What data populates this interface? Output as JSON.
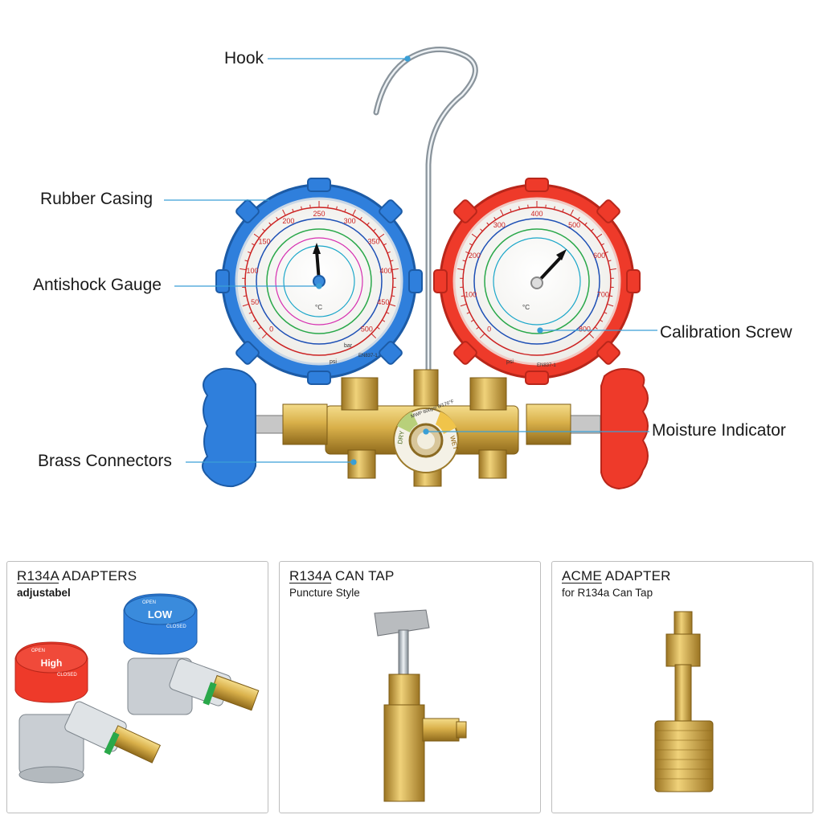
{
  "callouts": {
    "hook": "Hook",
    "rubber_casing": "Rubber Casing",
    "antishock_gauge": "Antishock Gauge",
    "brass_connectors": "Brass Connectors",
    "calibration_screw": "Calibration Screw",
    "moisture_indicator": "Moisture Indicator"
  },
  "gauges": {
    "low_scale_psi": [
      "0",
      "50",
      "100",
      "150",
      "200",
      "250",
      "300",
      "350",
      "400",
      "450",
      "500"
    ],
    "high_scale_psi": [
      "0",
      "100",
      "200",
      "300",
      "400",
      "500",
      "600",
      "700",
      "800"
    ],
    "low_unit": "psi",
    "high_unit": "psi",
    "standard": "EN837-1",
    "bar_label": "bar",
    "celsius": "°C"
  },
  "moisture": {
    "dry": "DRY",
    "wet": "WET",
    "top_text": "MWP 600psi 0/176°F"
  },
  "panels": [
    {
      "title_u": "R134A",
      "title_rest": " ADAPTERS",
      "subtitle": "adjustabel",
      "bold_sub": true,
      "cap_high": "High",
      "cap_low": "LOW",
      "cap_open": "OPEN",
      "cap_closed": "CLOSED"
    },
    {
      "title_u": "R134A",
      "title_rest": " CAN TAP",
      "subtitle": "Puncture Style",
      "bold_sub": false
    },
    {
      "title_u": "ACME",
      "title_rest": " ADAPTER",
      "subtitle": "for R134a Can Tap",
      "bold_sub": false
    }
  ],
  "colors": {
    "callout_line": "#3a9fd6",
    "low_blue": "#2f7fdc",
    "high_red": "#ee3a2a",
    "brass": "#d9b04a"
  }
}
